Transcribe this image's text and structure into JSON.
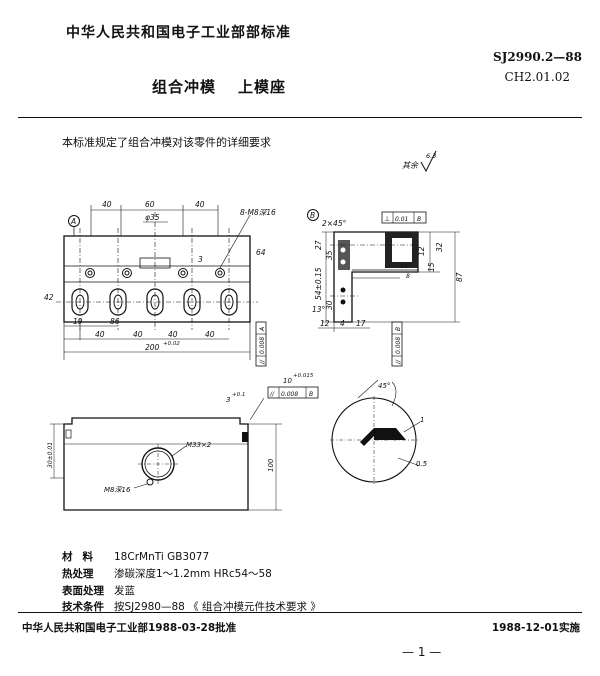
{
  "header": {
    "org": "中华人民共和国电子工业部部标准",
    "standard_code": "SJ2990.2—88",
    "part_code": "CH2.01.02",
    "title_main": "组合冲模",
    "title_sub": "上模座"
  },
  "intro": "本标准规定了组合冲模对该零件的详细要求",
  "roughness": "其余",
  "roughness_value": "6.3",
  "drawing": {
    "front_labels": {
      "datum_a": "A",
      "d40a": "40",
      "d60": "60",
      "d40b": "40",
      "d35": "φ35",
      "thread1": "8-M8深16",
      "d64": "64",
      "d3": "3",
      "d42": "42",
      "d19": "19",
      "d86": "86",
      "dim40_1": "40",
      "dim40_2": "40",
      "dim40_3": "40",
      "dim40_4": "40",
      "d200": "200",
      "tol200": "+0.02",
      "tol_a_sym": "//",
      "tol_a_val": "0.008",
      "tol_a_ref": "A"
    },
    "side_labels": {
      "datum_b": "B",
      "chamfer": "2×45°",
      "tol_b_sym": "⊥",
      "tol_b_val": "0.01",
      "tol_b_ref": "B",
      "d27": "27",
      "d35": "35",
      "d32": "32",
      "d12": "12",
      "d15": "15",
      "d87": "87",
      "d45": "45°",
      "d8": "8",
      "d54": "54±0.15",
      "d30": "30",
      "d13": "13°",
      "d12b": "12",
      "d4": "4",
      "d17": "17",
      "tol_c_sym": "//",
      "tol_c_val": "0.008",
      "tol_c_ref": "B"
    },
    "lower_labels": {
      "dim10": "10",
      "dim10_tol": "+0.015",
      "dim3": "3",
      "dim3_tol": "+0.1",
      "tol_d_sym": "//",
      "tol_d_val": "0.008",
      "tol_d_ref": "B",
      "left_dim": "30±0.01",
      "thread2": "M33×2",
      "thread3": "M8深16",
      "dim100": "100"
    },
    "detail_labels": {
      "angle": "45°",
      "d1": "1",
      "d05": "0.5"
    }
  },
  "specs": [
    {
      "label": "材料",
      "value": "18CrMnTi  GB3077"
    },
    {
      "label": "热处理",
      "value": "渗碳深度1～1.2mm  HRc54～58"
    },
    {
      "label": "表面处理",
      "value": "发蓝"
    },
    {
      "label": "技术条件",
      "value": "按SJ2980—88  《 组合冲模元件技术要求 》"
    }
  ],
  "footer": {
    "approved": "中华人民共和国电子工业部1988-03-28批准",
    "effective": "1988-12-01实施",
    "page": "— 1 —"
  }
}
